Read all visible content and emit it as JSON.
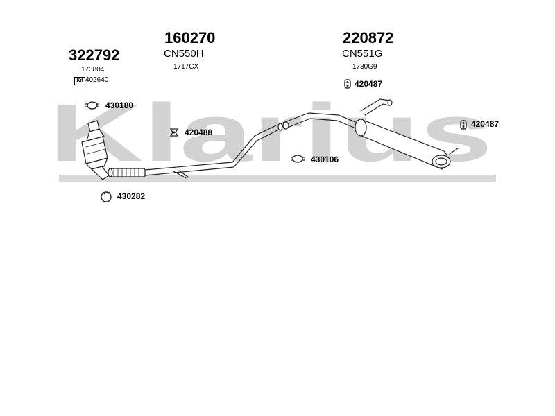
{
  "watermark": "Klarius",
  "colors": {
    "watermark": "#d2d2d2",
    "line": "#222222",
    "background": "#ffffff"
  },
  "parts": {
    "catalyst": {
      "number": "322792",
      "ref": "173804",
      "kit_badge": "Kit",
      "kit_number": "402640"
    },
    "middle_pipe": {
      "number": "160270",
      "code": "CN550H",
      "ref": "1717CX"
    },
    "rear_silencer": {
      "number": "220872",
      "code": "CN551G",
      "ref": "1730G9"
    }
  },
  "fittings": {
    "clamp_top": {
      "label": "430180",
      "icon": "clamp-icon"
    },
    "mount_middle": {
      "label": "420488",
      "icon": "rubber-mount-icon"
    },
    "clamp_middle": {
      "label": "430106",
      "icon": "clamp-icon"
    },
    "clamp_bottom": {
      "label": "430282",
      "icon": "clamp-ring-icon"
    },
    "hanger_top": {
      "label": "420487",
      "icon": "rubber-hanger-icon"
    },
    "hanger_right": {
      "label": "420487",
      "icon": "rubber-hanger-icon"
    }
  }
}
